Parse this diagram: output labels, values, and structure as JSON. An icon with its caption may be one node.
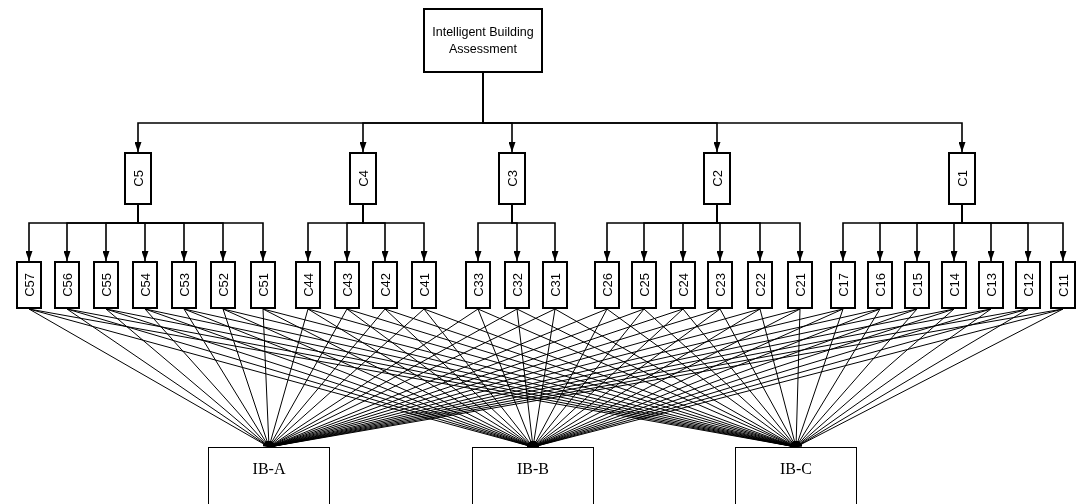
{
  "diagram": {
    "nodes": [
      {
        "text": [
          "Intelligent Building Assessment"
        ]
      },
      {
        "text": [
          "C5"
        ]
      },
      {
        "text": [
          "C4"
        ]
      },
      {
        "text": [
          "C3"
        ]
      },
      {
        "text": [
          "C2"
        ]
      },
      {
        "text": [
          "C1"
        ]
      },
      {
        "text": [
          "C57"
        ]
      },
      {
        "text": [
          "C56"
        ]
      },
      {
        "text": [
          "C55"
        ]
      },
      {
        "text": [
          "C54"
        ]
      },
      {
        "text": [
          "C53"
        ]
      },
      {
        "text": [
          "C52"
        ]
      },
      {
        "text": [
          "C51"
        ]
      },
      {
        "text": [
          "C44"
        ]
      },
      {
        "text": [
          "C43"
        ]
      },
      {
        "text": [
          "C42"
        ]
      },
      {
        "text": [
          "C41"
        ]
      },
      {
        "text": [
          "C33"
        ]
      },
      {
        "text": [
          "C32"
        ]
      },
      {
        "text": [
          "C31"
        ]
      },
      {
        "text": [
          "C26"
        ]
      },
      {
        "text": [
          "C25"
        ]
      },
      {
        "text": [
          "C24"
        ]
      },
      {
        "text": [
          "C23"
        ]
      },
      {
        "text": [
          "C22"
        ]
      },
      {
        "text": [
          "C21"
        ]
      },
      {
        "text": [
          "C17"
        ]
      },
      {
        "text": [
          "C16"
        ]
      },
      {
        "text": [
          "C15"
        ]
      },
      {
        "text": [
          "C14"
        ]
      },
      {
        "text": [
          "C13"
        ]
      },
      {
        "text": [
          "C12"
        ]
      },
      {
        "text": [
          "C11"
        ]
      },
      {
        "text": [
          "IB-A"
        ]
      },
      {
        "text": [
          "IB-B"
        ]
      },
      {
        "text": [
          "IB-C"
        ]
      }
    ],
    "edges": [
      {
        "from": 0,
        "to": 1,
        "arrow": "to"
      },
      {
        "from": 0,
        "to": 2,
        "arrow": "to"
      },
      {
        "from": 0,
        "to": 3,
        "arrow": "to"
      },
      {
        "from": 0,
        "to": 4,
        "arrow": "to"
      },
      {
        "from": 0,
        "to": 5,
        "arrow": "to"
      },
      {
        "from": 1,
        "to": 6,
        "arrow": "to"
      },
      {
        "from": 1,
        "to": 7,
        "arrow": "to"
      },
      {
        "from": 1,
        "to": 8,
        "arrow": "to"
      },
      {
        "from": 1,
        "to": 9,
        "arrow": "to"
      },
      {
        "from": 1,
        "to": 10,
        "arrow": "to"
      },
      {
        "from": 1,
        "to": 11,
        "arrow": "to"
      },
      {
        "from": 1,
        "to": 12,
        "arrow": "to"
      },
      {
        "from": 2,
        "to": 13,
        "arrow": "to"
      },
      {
        "from": 2,
        "to": 14,
        "arrow": "to"
      },
      {
        "from": 2,
        "to": 15,
        "arrow": "to"
      },
      {
        "from": 2,
        "to": 16,
        "arrow": "to"
      },
      {
        "from": 3,
        "to": 17,
        "arrow": "to"
      },
      {
        "from": 3,
        "to": 18,
        "arrow": "to"
      },
      {
        "from": 3,
        "to": 19,
        "arrow": "to"
      },
      {
        "from": 4,
        "to": 20,
        "arrow": "to"
      },
      {
        "from": 4,
        "to": 21,
        "arrow": "to"
      },
      {
        "from": 4,
        "to": 22,
        "arrow": "to"
      },
      {
        "from": 4,
        "to": 23,
        "arrow": "to"
      },
      {
        "from": 4,
        "to": 24,
        "arrow": "to"
      },
      {
        "from": 4,
        "to": 25,
        "arrow": "to"
      },
      {
        "from": 5,
        "to": 26,
        "arrow": "to"
      },
      {
        "from": 5,
        "to": 27,
        "arrow": "to"
      },
      {
        "from": 5,
        "to": 28,
        "arrow": "to"
      },
      {
        "from": 5,
        "to": 29,
        "arrow": "to"
      },
      {
        "from": 5,
        "to": 30,
        "arrow": "to"
      },
      {
        "from": 5,
        "to": 31,
        "arrow": "to"
      },
      {
        "from": 5,
        "to": 32,
        "arrow": "to"
      },
      {
        "from": 6,
        "to": 33,
        "arrow": "to"
      },
      {
        "from": 6,
        "to": 34,
        "arrow": "to"
      },
      {
        "from": 6,
        "to": 35,
        "arrow": "to"
      },
      {
        "from": 7,
        "to": 33,
        "arrow": "to"
      },
      {
        "from": 7,
        "to": 34,
        "arrow": "to"
      },
      {
        "from": 7,
        "to": 35,
        "arrow": "to"
      },
      {
        "from": 8,
        "to": 33,
        "arrow": "to"
      },
      {
        "from": 8,
        "to": 34,
        "arrow": "to"
      },
      {
        "from": 8,
        "to": 35,
        "arrow": "to"
      },
      {
        "from": 9,
        "to": 33,
        "arrow": "to"
      },
      {
        "from": 9,
        "to": 34,
        "arrow": "to"
      },
      {
        "from": 9,
        "to": 35,
        "arrow": "to"
      },
      {
        "from": 10,
        "to": 33,
        "arrow": "to"
      },
      {
        "from": 10,
        "to": 34,
        "arrow": "to"
      },
      {
        "from": 10,
        "to": 35,
        "arrow": "to"
      },
      {
        "from": 11,
        "to": 33,
        "arrow": "to"
      },
      {
        "from": 11,
        "to": 34,
        "arrow": "to"
      },
      {
        "from": 11,
        "to": 35,
        "arrow": "to"
      },
      {
        "from": 12,
        "to": 33,
        "arrow": "to"
      },
      {
        "from": 12,
        "to": 34,
        "arrow": "to"
      },
      {
        "from": 12,
        "to": 35,
        "arrow": "to"
      },
      {
        "from": 13,
        "to": 33,
        "arrow": "to"
      },
      {
        "from": 13,
        "to": 34,
        "arrow": "to"
      },
      {
        "from": 13,
        "to": 35,
        "arrow": "to"
      },
      {
        "from": 14,
        "to": 33,
        "arrow": "to"
      },
      {
        "from": 14,
        "to": 34,
        "arrow": "to"
      },
      {
        "from": 14,
        "to": 35,
        "arrow": "to"
      },
      {
        "from": 15,
        "to": 33,
        "arrow": "to"
      },
      {
        "from": 15,
        "to": 34,
        "arrow": "to"
      },
      {
        "from": 15,
        "to": 35,
        "arrow": "to"
      },
      {
        "from": 16,
        "to": 33,
        "arrow": "to"
      },
      {
        "from": 16,
        "to": 34,
        "arrow": "to"
      },
      {
        "from": 16,
        "to": 35,
        "arrow": "to"
      },
      {
        "from": 17,
        "to": 33,
        "arrow": "to"
      },
      {
        "from": 17,
        "to": 34,
        "arrow": "to"
      },
      {
        "from": 17,
        "to": 35,
        "arrow": "to"
      },
      {
        "from": 18,
        "to": 33,
        "arrow": "to"
      },
      {
        "from": 18,
        "to": 34,
        "arrow": "to"
      },
      {
        "from": 18,
        "to": 35,
        "arrow": "to"
      },
      {
        "from": 19,
        "to": 33,
        "arrow": "to"
      },
      {
        "from": 19,
        "to": 34,
        "arrow": "to"
      },
      {
        "from": 19,
        "to": 35,
        "arrow": "to"
      },
      {
        "from": 20,
        "to": 33,
        "arrow": "to"
      },
      {
        "from": 20,
        "to": 34,
        "arrow": "to"
      },
      {
        "from": 20,
        "to": 35,
        "arrow": "to"
      },
      {
        "from": 21,
        "to": 33,
        "arrow": "to"
      },
      {
        "from": 21,
        "to": 34,
        "arrow": "to"
      },
      {
        "from": 21,
        "to": 35,
        "arrow": "to"
      },
      {
        "from": 22,
        "to": 33,
        "arrow": "to"
      },
      {
        "from": 22,
        "to": 34,
        "arrow": "to"
      },
      {
        "from": 22,
        "to": 35,
        "arrow": "to"
      },
      {
        "from": 23,
        "to": 33,
        "arrow": "to"
      },
      {
        "from": 23,
        "to": 34,
        "arrow": "to"
      },
      {
        "from": 23,
        "to": 35,
        "arrow": "to"
      },
      {
        "from": 24,
        "to": 33,
        "arrow": "to"
      },
      {
        "from": 24,
        "to": 34,
        "arrow": "to"
      },
      {
        "from": 24,
        "to": 35,
        "arrow": "to"
      },
      {
        "from": 25,
        "to": 33,
        "arrow": "to"
      },
      {
        "from": 25,
        "to": 34,
        "arrow": "to"
      },
      {
        "from": 25,
        "to": 35,
        "arrow": "to"
      },
      {
        "from": 26,
        "to": 33,
        "arrow": "to"
      },
      {
        "from": 26,
        "to": 34,
        "arrow": "to"
      },
      {
        "from": 26,
        "to": 35,
        "arrow": "to"
      },
      {
        "from": 27,
        "to": 33,
        "arrow": "to"
      },
      {
        "from": 27,
        "to": 34,
        "arrow": "to"
      },
      {
        "from": 27,
        "to": 35,
        "arrow": "to"
      },
      {
        "from": 28,
        "to": 33,
        "arrow": "to"
      },
      {
        "from": 28,
        "to": 34,
        "arrow": "to"
      },
      {
        "from": 28,
        "to": 35,
        "arrow": "to"
      },
      {
        "from": 29,
        "to": 33,
        "arrow": "to"
      },
      {
        "from": 29,
        "to": 34,
        "arrow": "to"
      },
      {
        "from": 29,
        "to": 35,
        "arrow": "to"
      },
      {
        "from": 30,
        "to": 33,
        "arrow": "to"
      },
      {
        "from": 30,
        "to": 34,
        "arrow": "to"
      },
      {
        "from": 30,
        "to": 35,
        "arrow": "to"
      },
      {
        "from": 31,
        "to": 33,
        "arrow": "to"
      },
      {
        "from": 31,
        "to": 34,
        "arrow": "to"
      },
      {
        "from": 31,
        "to": 35,
        "arrow": "to"
      },
      {
        "from": 32,
        "to": 33,
        "arrow": "to"
      },
      {
        "from": 32,
        "to": 34,
        "arrow": "to"
      },
      {
        "from": 32,
        "to": 35,
        "arrow": "to"
      }
    ]
  }
}
